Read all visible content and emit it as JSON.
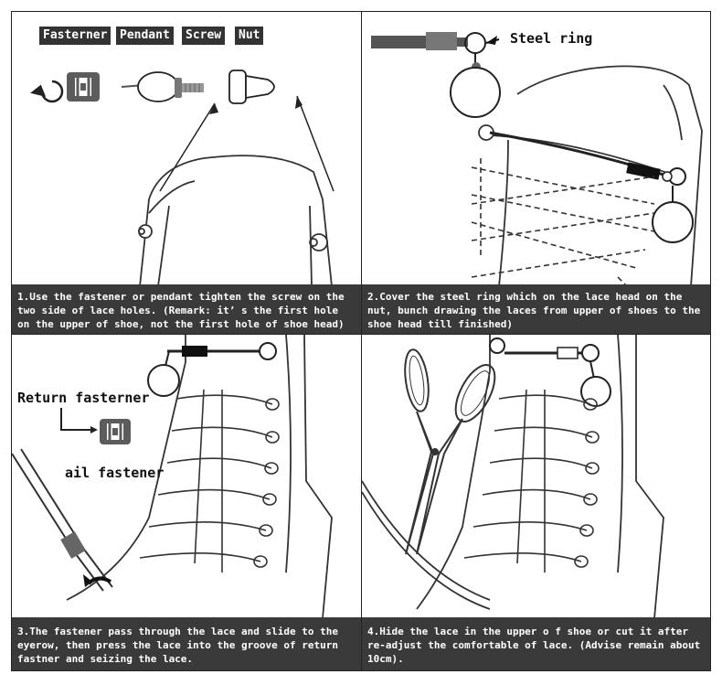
{
  "panel1": {
    "tags": [
      "Fasterner",
      "Pendant",
      "Screw",
      "Nut"
    ],
    "caption": "1.Use the fastener or pendant tighten the screw on the two side of lace holes. (Remark: it’ s the first hole on the upper of shoe, not the first hole of shoe head)"
  },
  "panel2": {
    "label": "Steel ring",
    "caption": "2.Cover the steel ring which on the lace head on the nut, bunch drawing the laces from upper of shoes to the shoe head till finished)"
  },
  "panel3": {
    "label_return": "Return fasterner",
    "label_tail": "ail fastener",
    "caption": "3.The fastener pass through the lace and slide to the eyerow, then press the lace into the groove of return fastner and seizing the lace."
  },
  "panel4": {
    "caption": "4.Hide the lace in the upper o f shoe or cut it after re-adjust the comfortable of lace. (Advise remain about 10cm)."
  },
  "icons": [
    "rotate-icon",
    "fastener-icon",
    "pendant-icon",
    "screw-icon",
    "nut-icon",
    "scissors-icon"
  ]
}
